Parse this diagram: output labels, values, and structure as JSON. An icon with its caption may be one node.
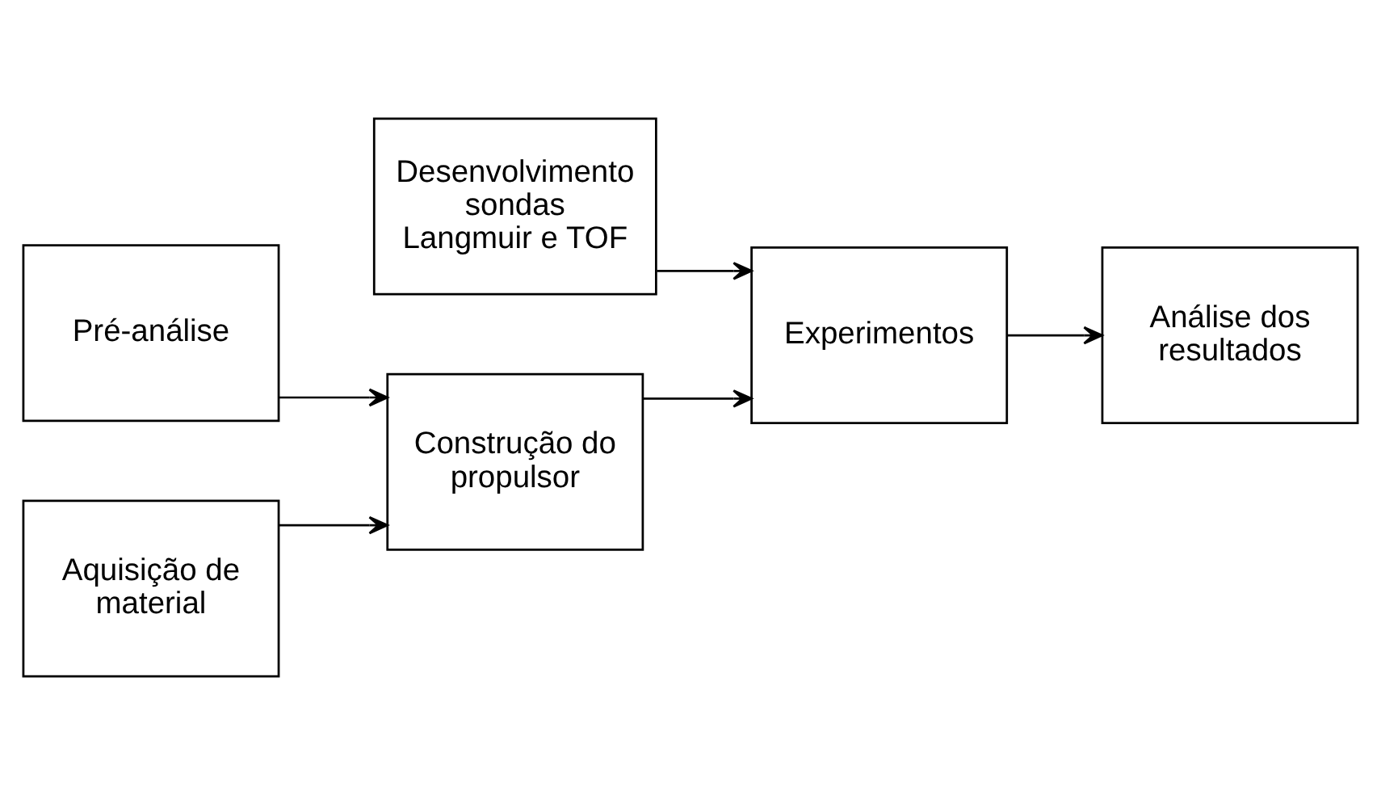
{
  "diagram": {
    "nodes": [
      {
        "text": [
          "Desenvolvimento sondas Langmuir e TOF"
        ]
      },
      {
        "text": [
          "Pré-análise"
        ]
      },
      {
        "text": [
          "Construção do propulsor"
        ]
      },
      {
        "text": [
          "Experimentos"
        ]
      },
      {
        "text": [
          "Análise dos resultados"
        ]
      },
      {
        "text": [
          "Aquisição de material"
        ]
      }
    ],
    "edges": [
      {
        "from": 1,
        "to": 2,
        "arrow": "to"
      },
      {
        "from": 5,
        "to": 2,
        "arrow": "to"
      },
      {
        "from": 2,
        "to": 3,
        "arrow": "to"
      },
      {
        "from": 0,
        "to": 3,
        "arrow": "to"
      },
      {
        "from": 3,
        "to": 4,
        "arrow": "to"
      }
    ]
  }
}
